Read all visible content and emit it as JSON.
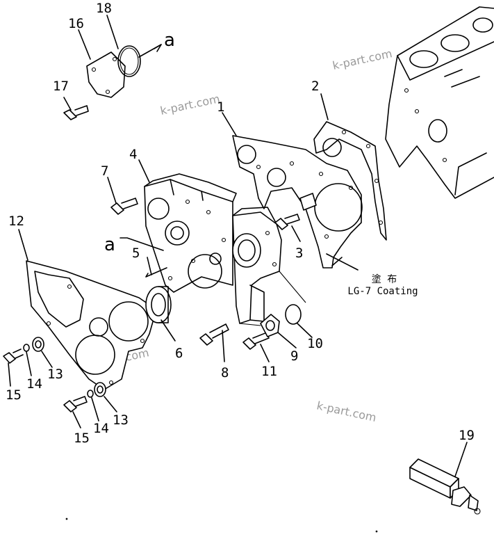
{
  "watermark": "k-part.com",
  "callouts": {
    "c1": "1",
    "c2": "2",
    "c3": "3",
    "c4": "4",
    "c5": "5",
    "c6": "6",
    "c7": "7",
    "c8": "8",
    "c9": "9",
    "c10": "10",
    "c11": "11",
    "c12": "12",
    "c13a": "13",
    "c13b": "13",
    "c14a": "14",
    "c14b": "14",
    "c15a": "15",
    "c15b": "15",
    "c16": "16",
    "c17": "17",
    "c18": "18",
    "c19": "19"
  },
  "references": {
    "a_top": "a",
    "a_mid": "a"
  },
  "note": {
    "jp": "塗 布",
    "en": "LG-7 Coating"
  }
}
